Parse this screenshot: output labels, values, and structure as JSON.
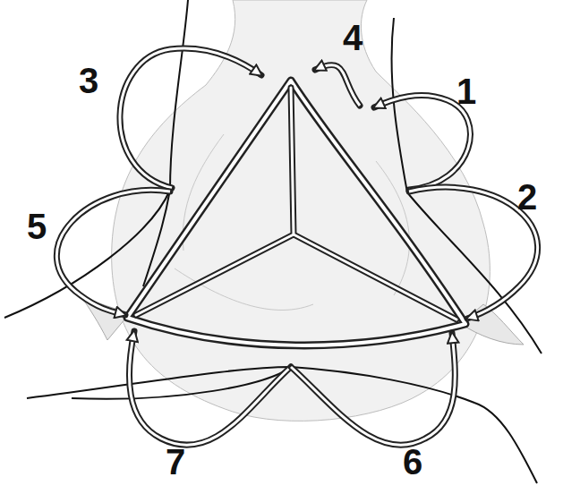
{
  "diagram": {
    "labels": [
      "4",
      "3",
      "1",
      "2",
      "5",
      "7",
      "6"
    ]
  }
}
